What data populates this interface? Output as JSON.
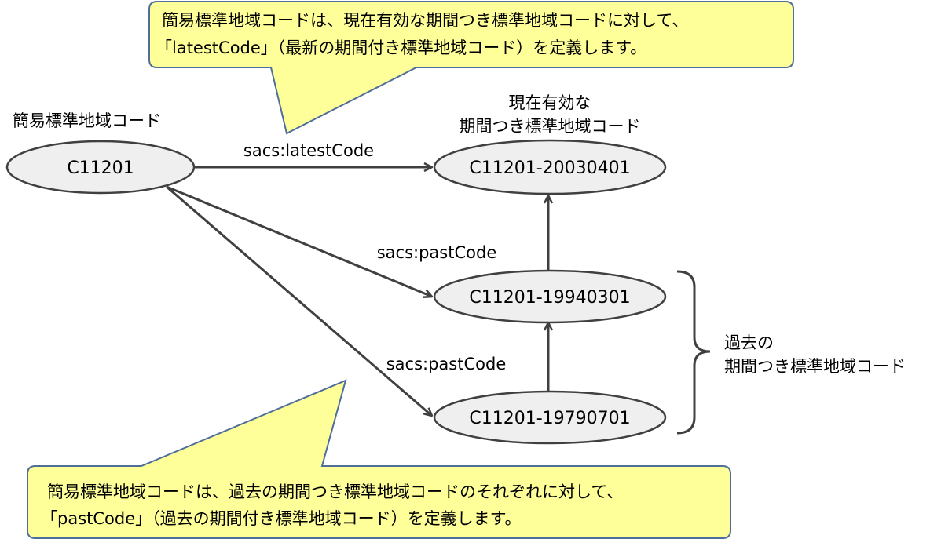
{
  "labels": {
    "source_title": "簡易標準地域コード",
    "latest_title_line1": "現在有効な",
    "latest_title_line2": "期間つき標準地域コード",
    "past_group_line1": "過去の",
    "past_group_line2": "期間つき標準地域コード"
  },
  "nodes": {
    "source": "C11201",
    "latest": "C11201-20030401",
    "past1": "C11201-19940301",
    "past2": "C11201-19790701"
  },
  "edges": {
    "latest": "sacs:latestCode",
    "past1": "sacs:pastCode",
    "past2": "sacs:pastCode"
  },
  "callouts": {
    "top_line1": "簡易標準地域コードは、現在有効な期間つき標準地域コードに対して、",
    "top_line2": "「latestCode」（最新の期間付き標準地域コード）を定義します。",
    "bottom_line1": "簡易標準地域コードは、過去の期間つき標準地域コードのそれぞれに対して、",
    "bottom_line2": "「pastCode」（過去の期間付き標準地域コード）を定義します。"
  },
  "colors": {
    "callout_fill": "#ffff99",
    "callout_border": "#4f6e9a",
    "node_fill": "#efefef",
    "line": "#404040"
  }
}
